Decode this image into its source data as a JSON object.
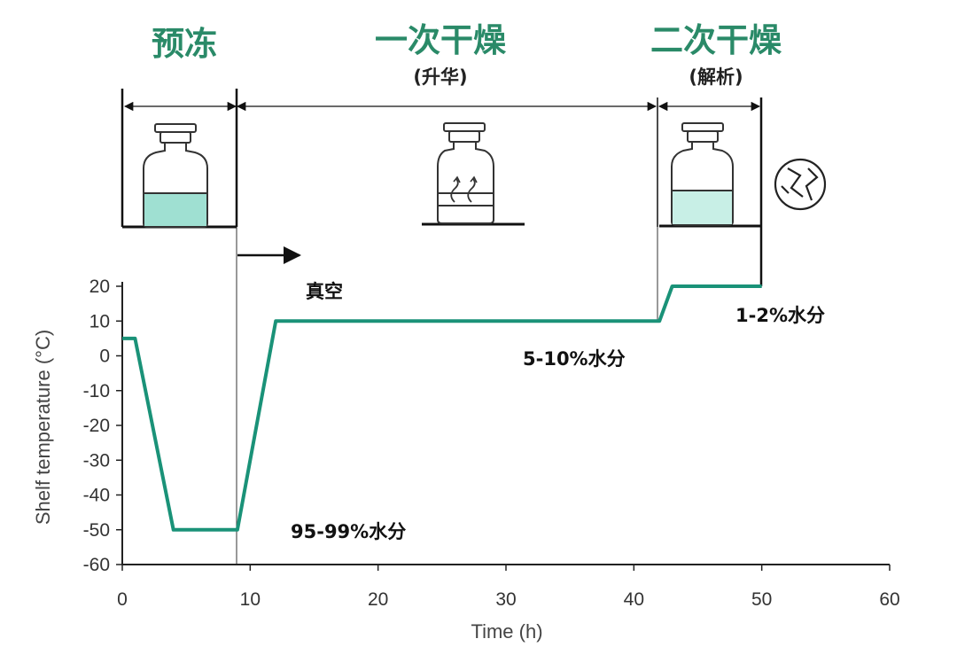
{
  "phases": [
    {
      "title": "预冻",
      "subtitle": ""
    },
    {
      "title": "一次干燥",
      "subtitle": "(升华)"
    },
    {
      "title": "二次干燥",
      "subtitle": "(解析)"
    }
  ],
  "vacuum_label": "真空",
  "moisture_labels": [
    "95-99%水分",
    "5-10%水分",
    "1-2%水分"
  ],
  "icons": [
    "vial-liquid-icon",
    "vial-sublimation-icon",
    "vial-liquid-icon",
    "broken-crystal-icon"
  ],
  "colors": {
    "curve": "#1a9278",
    "title": "#2a8a68",
    "liquid": "#9fe0d2",
    "liquid_light": "#c8efe6"
  },
  "chart_data": {
    "type": "line",
    "xlabel": "Time (h)",
    "ylabel": "Shelf temperature (°C)",
    "xlim": [
      0,
      60
    ],
    "ylim": [
      -60,
      20
    ],
    "xticks": [
      0,
      10,
      20,
      30,
      40,
      50,
      60
    ],
    "yticks": [
      20,
      10,
      0,
      -10,
      -20,
      -30,
      -40,
      -50,
      -60
    ],
    "grid": false,
    "series": [
      {
        "x": [
          0,
          1,
          4,
          9,
          12,
          42,
          43,
          50
        ],
        "y": [
          5,
          5,
          -50,
          -50,
          10,
          10,
          20,
          20
        ]
      }
    ],
    "phase_boundaries": [
      9,
      42,
      50
    ]
  }
}
